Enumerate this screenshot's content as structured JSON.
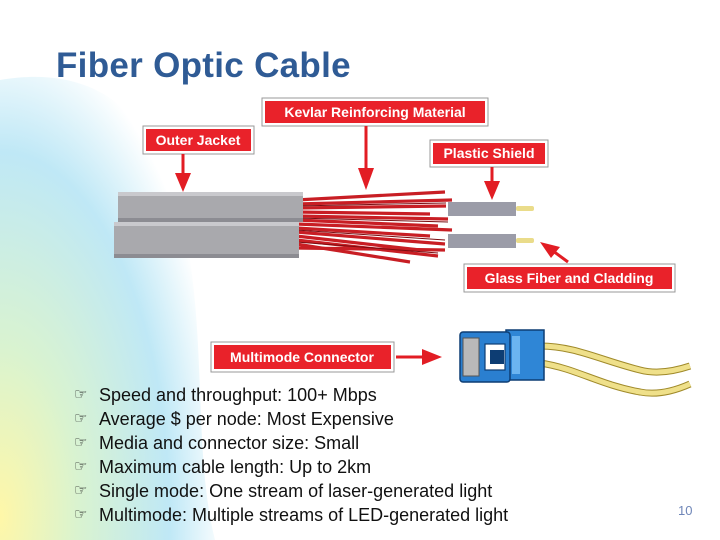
{
  "slide": {
    "title": "Fiber Optic Cable",
    "page_number": "10"
  },
  "diagram": {
    "labels": {
      "kevlar": "Kevlar Reinforcing Material",
      "outer_jacket": "Outer Jacket",
      "plastic_shield": "Plastic Shield",
      "glass_fiber": "Glass Fiber and Cladding",
      "multimode_connector": "Multimode Connector"
    }
  },
  "bullets": [
    " Speed and throughput:  100+ Mbps",
    "Average $ per node: Most Expensive",
    "Media and connector size:  Small",
    "Maximum cable length:  Up to 2km",
    "Single mode: One stream of laser-generated light",
    "Multimode: Multiple streams of LED-generated light"
  ],
  "colors": {
    "title": "#2f5b95",
    "label_bg": "#e9222a",
    "arrow": "#e21d24",
    "kevlar": "#c81e24",
    "jacket": "#a9a9ad",
    "connector": "#2f86d6"
  },
  "icons": {
    "bullet": "pointing-hand-icon"
  }
}
